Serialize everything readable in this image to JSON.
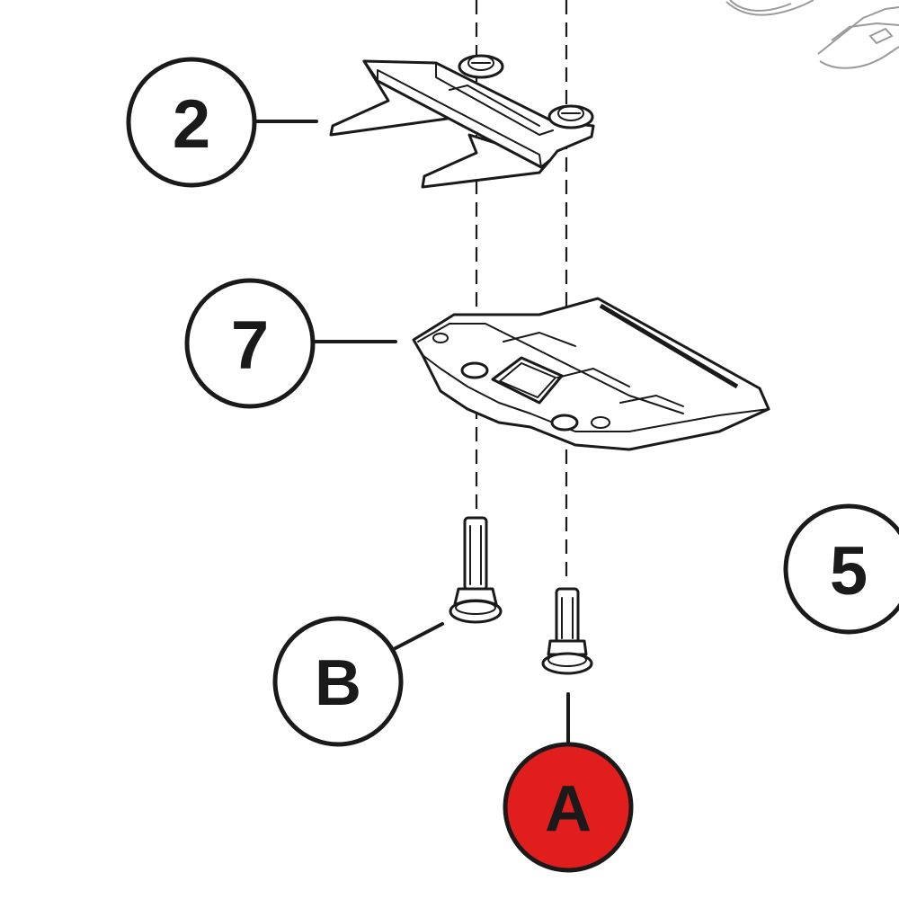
{
  "callouts": {
    "part_2": "2",
    "part_7": "7",
    "part_5": "5",
    "screw_b": "B",
    "screw_a": "A"
  },
  "colors": {
    "highlight_fill": "#e21d1d",
    "line": "#1a1a1a",
    "ghost": "#9a9a9a",
    "background": "#ffffff"
  }
}
